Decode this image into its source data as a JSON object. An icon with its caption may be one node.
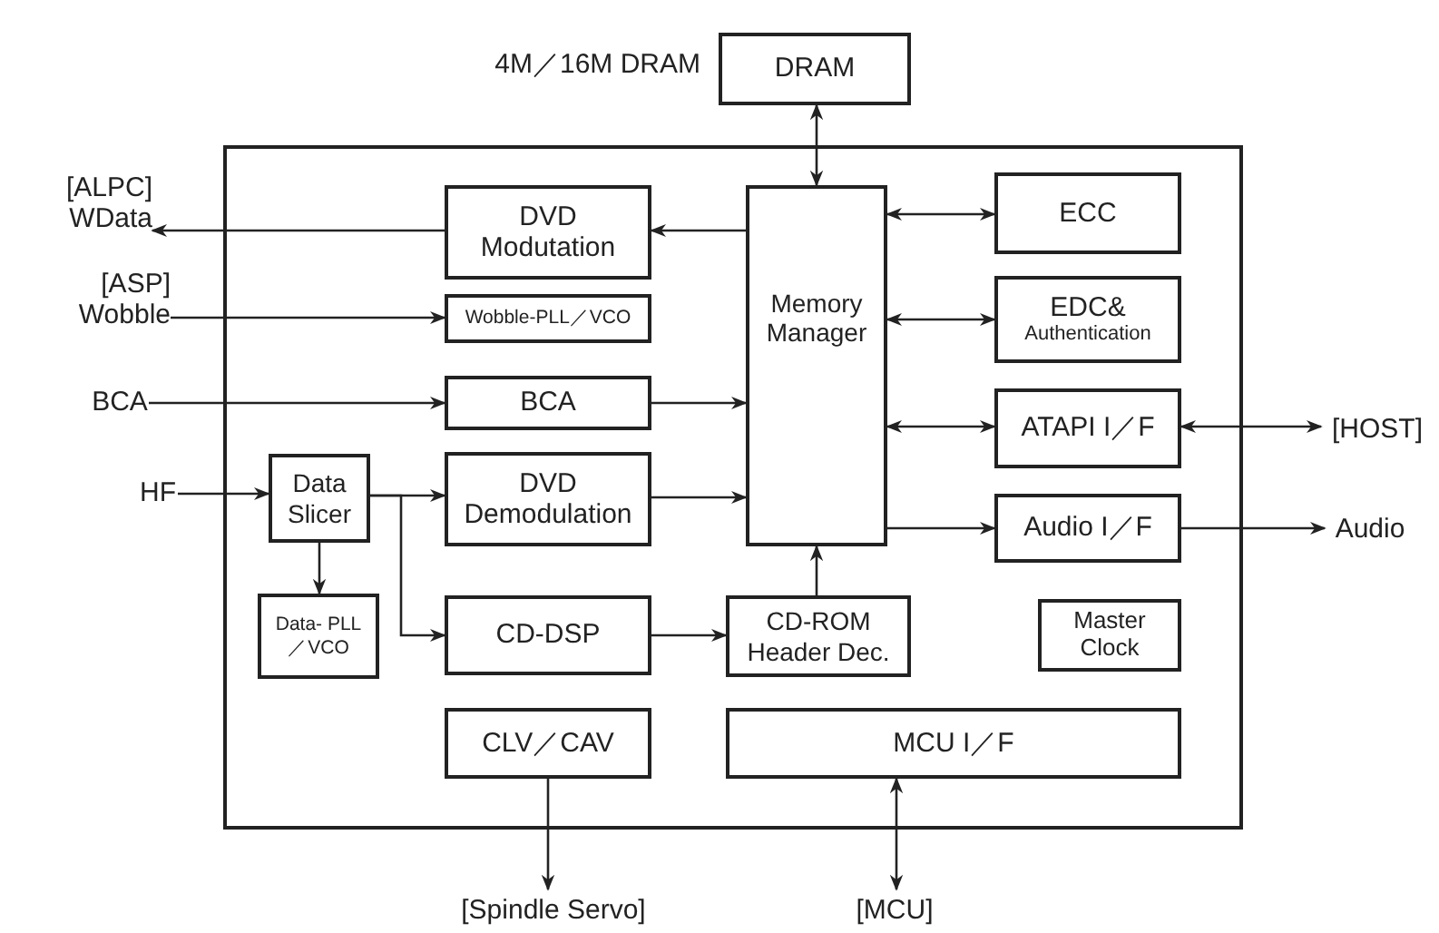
{
  "diagram": {
    "nodes": [
      {
        "text": [
          "DRAM"
        ],
        "beside": [
          "4M／16M DRAM"
        ]
      },
      {
        "text": [],
        "shape": "box"
      },
      {
        "text": [
          "DVD Modutation"
        ],
        "in": 1
      },
      {
        "text": [
          "Wobble-PLL／VCO"
        ],
        "in": 1
      },
      {
        "text": [
          "BCA"
        ],
        "in": 1
      },
      {
        "text": [
          "Data Slicer"
        ],
        "in": 1
      },
      {
        "text": [
          "DVD Demodulation"
        ],
        "in": 1
      },
      {
        "text": [
          "Data- PLL／VCO"
        ],
        "in": 1
      },
      {
        "text": [
          "CD-DSP"
        ],
        "in": 1
      },
      {
        "text": [
          "Memory Manager"
        ],
        "in": 1
      },
      {
        "text": [
          "CD-ROM Header Dec."
        ],
        "in": 1
      },
      {
        "text": [
          "ECC"
        ],
        "in": 1
      },
      {
        "text": [
          "EDC&",
          "Authentication"
        ],
        "in": 1
      },
      {
        "text": [
          "ATAPI I／F"
        ],
        "in": 1
      },
      {
        "text": [
          "Audio I／F"
        ],
        "in": 1
      },
      {
        "text": [
          "Master Clock"
        ],
        "in": 1
      },
      {
        "text": [
          "CLV／CAV"
        ],
        "in": 1
      },
      {
        "text": [
          "MCU I／F"
        ],
        "in": 1
      },
      {
        "text": [
          "[ALPC]",
          "WData"
        ]
      },
      {
        "text": [
          "[ASP]",
          "Wobble"
        ]
      },
      {
        "text": [
          "BCA"
        ]
      },
      {
        "text": [
          "HF"
        ]
      },
      {
        "text": [
          "[HOST]"
        ]
      },
      {
        "text": [
          "Audio"
        ]
      },
      {
        "text": [
          "[Spindle Servo]"
        ]
      },
      {
        "text": [
          "[MCU]"
        ]
      }
    ],
    "edges": [
      {
        "from": 0,
        "to": 9,
        "arrow": "both"
      },
      {
        "from": 9,
        "to": 2,
        "arrow": "to"
      },
      {
        "from": 2,
        "to": 18,
        "arrow": "to"
      },
      {
        "from": 19,
        "to": 3,
        "arrow": "to"
      },
      {
        "from": 20,
        "to": 4,
        "arrow": "to"
      },
      {
        "from": 4,
        "to": 9,
        "arrow": "to"
      },
      {
        "from": 21,
        "to": 5,
        "arrow": "to"
      },
      {
        "from": 5,
        "to": 6,
        "arrow": "to"
      },
      {
        "from": 5,
        "to": 8,
        "arrow": "to"
      },
      {
        "from": 5,
        "to": 7,
        "arrow": "to"
      },
      {
        "from": 6,
        "to": 9,
        "arrow": "to"
      },
      {
        "from": 8,
        "to": 10,
        "arrow": "to"
      },
      {
        "from": 10,
        "to": 9,
        "arrow": "to"
      },
      {
        "from": 9,
        "to": 11,
        "arrow": "both"
      },
      {
        "from": 9,
        "to": 12,
        "arrow": "both"
      },
      {
        "from": 9,
        "to": 13,
        "arrow": "both"
      },
      {
        "from": 13,
        "to": 22,
        "arrow": "both"
      },
      {
        "from": 9,
        "to": 14,
        "arrow": "to"
      },
      {
        "from": 14,
        "to": 23,
        "arrow": "to"
      },
      {
        "from": 16,
        "to": 24,
        "arrow": "to"
      },
      {
        "from": 17,
        "to": 25,
        "arrow": "both"
      }
    ]
  }
}
